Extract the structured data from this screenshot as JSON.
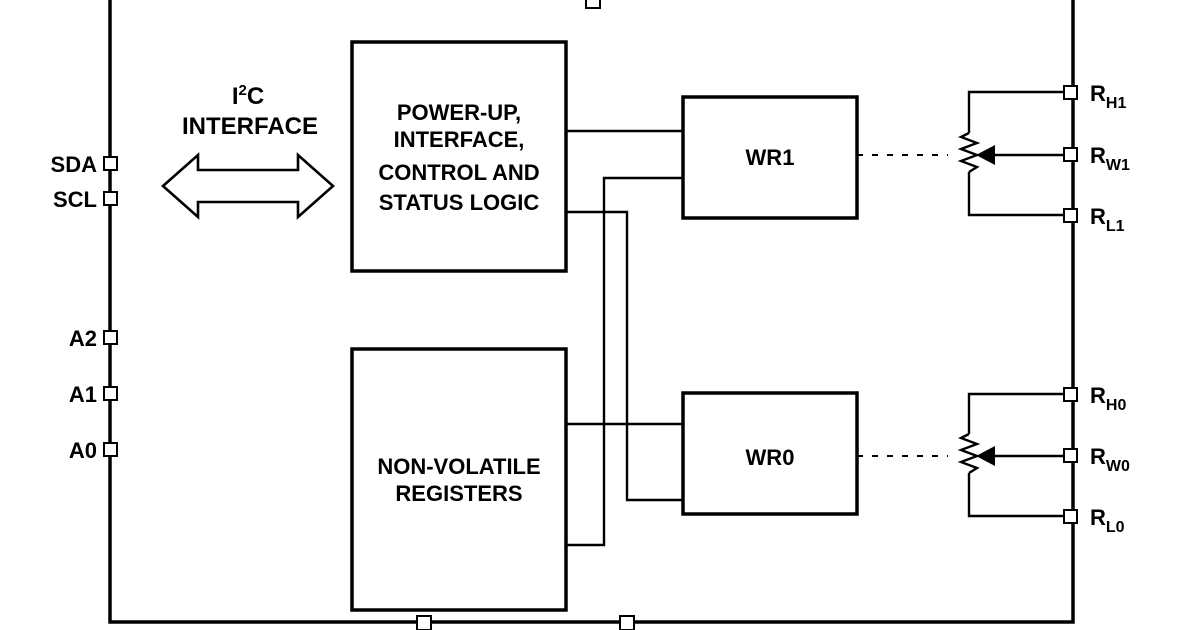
{
  "interface": {
    "i2c_main": "I",
    "i2c_sup": "2",
    "i2c_tail": "C",
    "line2": "INTERFACE"
  },
  "pins_left": [
    {
      "label": "SDA"
    },
    {
      "label": "SCL"
    },
    {
      "label": "A2"
    },
    {
      "label": "A1"
    },
    {
      "label": "A0"
    }
  ],
  "blocks": {
    "control": {
      "lines": [
        "POWER-UP,",
        "INTERFACE,",
        "CONTROL AND",
        "STATUS LOGIC"
      ]
    },
    "nvram": {
      "lines": [
        "NON-VOLATILE",
        "REGISTERS"
      ]
    },
    "wr1": {
      "label": "WR1"
    },
    "wr0": {
      "label": "WR0"
    }
  },
  "pins_right": [
    {
      "main": "R",
      "sub": "H1"
    },
    {
      "main": "R",
      "sub": "W1"
    },
    {
      "main": "R",
      "sub": "L1"
    },
    {
      "main": "R",
      "sub": "H0"
    },
    {
      "main": "R",
      "sub": "W0"
    },
    {
      "main": "R",
      "sub": "L0"
    }
  ]
}
